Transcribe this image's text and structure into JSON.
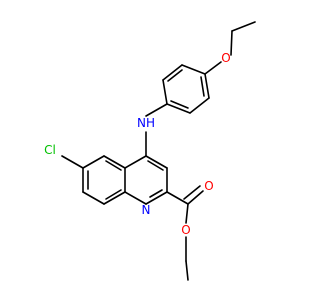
{
  "molecule": {
    "atom_labels": {
      "chlorine": "Cl",
      "amine": "NH",
      "ring_nitrogen": "N",
      "ether_oxygen": "O",
      "carbonyl_oxygen": "O",
      "ester_oxygen": "O"
    },
    "colors": {
      "bond": "#000000",
      "chlorine": "#00c000",
      "nitrogen": "#0000ff",
      "oxygen": "#ff0000",
      "background": "#ffffff"
    }
  }
}
